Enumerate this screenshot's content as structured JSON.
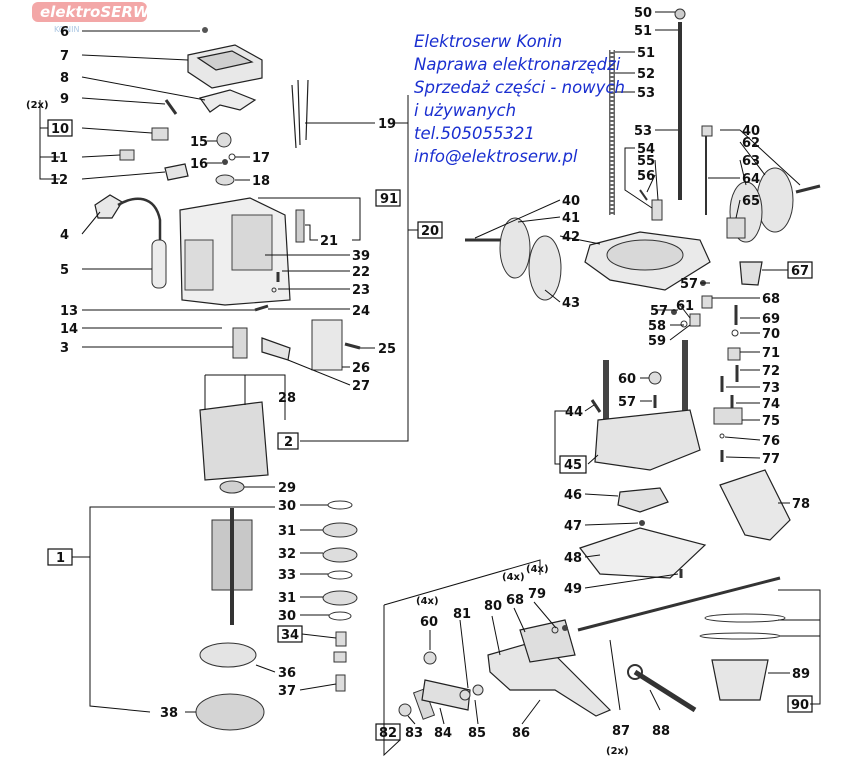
{
  "watermark": {
    "brand": "elektroSERW",
    "city": "KONIN"
  },
  "shop_info": {
    "lines": [
      "Elektroserw Konin",
      "Naprawa elektronarzędzi",
      "Sprzedaż części - nowych",
      "i używanych",
      "tel.505055321",
      "info@elektroserw.pl"
    ]
  },
  "labels": {
    "p1": "1",
    "p2": "2",
    "p3": "3",
    "p4": "4",
    "p5": "5",
    "p6": "6",
    "p7": "7",
    "p8": "8",
    "p9": "9",
    "p10": "10",
    "p11": "11",
    "p12": "12",
    "p13": "13",
    "p14": "14",
    "p15": "15",
    "p16": "16",
    "p17": "17",
    "p18": "18",
    "p19": "19",
    "p20": "20",
    "p21": "21",
    "p22": "22",
    "p23": "23",
    "p24": "24",
    "p25": "25",
    "p26": "26",
    "p27": "27",
    "p28": "28",
    "p29": "29",
    "p30": "30",
    "p30b": "30",
    "p31": "31",
    "p31b": "31",
    "p32": "32",
    "p33": "33",
    "p34": "34",
    "p36": "36",
    "p37": "37",
    "p38": "38",
    "p39": "39",
    "p40": "40",
    "p40b": "40",
    "p41": "41",
    "p42": "42",
    "p43": "43",
    "p44": "44",
    "p45": "45",
    "p46": "46",
    "p47": "47",
    "p48": "48",
    "p49": "49",
    "p50": "50",
    "p51": "51",
    "p51b": "51",
    "p52": "52",
    "p53": "53",
    "p53b": "53",
    "p54": "54",
    "p55": "55",
    "p56": "56",
    "p57": "57",
    "p57b": "57",
    "p57c": "57",
    "p58": "58",
    "p59": "59",
    "p60": "60",
    "p60b": "60",
    "p61": "61",
    "p62": "62",
    "p63": "63",
    "p64": "64",
    "p65": "65",
    "p67": "67",
    "p68": "68",
    "p68b": "68",
    "p69": "69",
    "p70": "70",
    "p71": "71",
    "p72": "72",
    "p73": "73",
    "p74": "74",
    "p75": "75",
    "p76": "76",
    "p77": "77",
    "p78": "78",
    "p79": "79",
    "p80": "80",
    "p81": "81",
    "p82": "82",
    "p83": "83",
    "p84": "84",
    "p85": "85",
    "p86": "86",
    "p87": "87",
    "p88": "88",
    "p89": "89",
    "p90": "90",
    "p91": "91"
  },
  "quantities": {
    "q2x_top": "(2x)",
    "q4x_60": "(4x)",
    "q4x_68": "(4x)",
    "q4x_79": "(4x)",
    "q2x_87": "(2x)"
  },
  "colors": {
    "labels": "#111111",
    "shop_text": "#1a2fd0",
    "watermark": "#f08a8a"
  }
}
